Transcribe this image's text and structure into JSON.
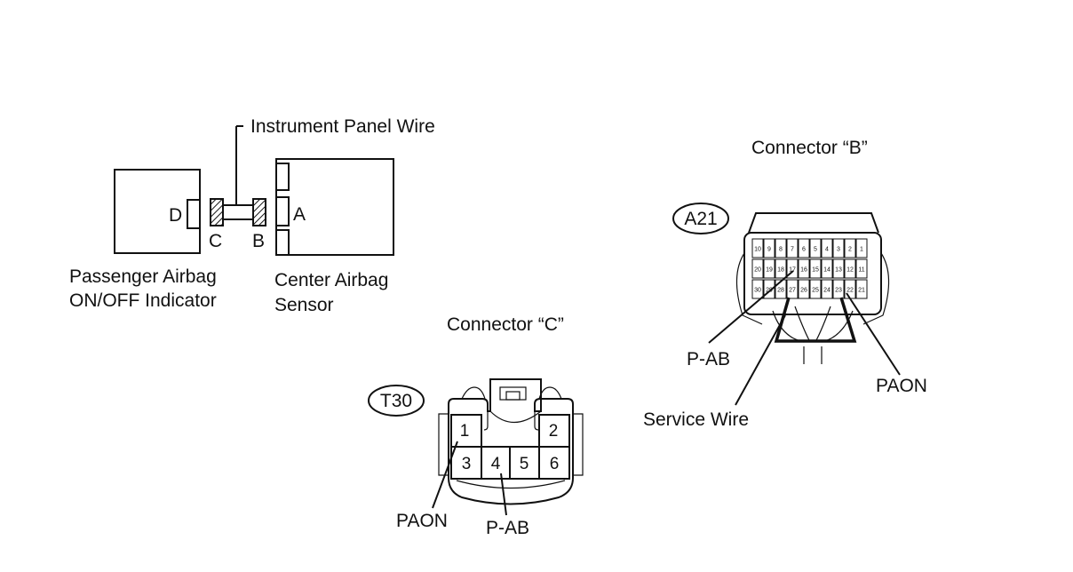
{
  "overview": {
    "wire_label": "Instrument Panel Wire",
    "indicator_label_line1": "Passenger Airbag",
    "indicator_label_line2": "ON/OFF Indicator",
    "sensor_label_line1": "Center Airbag",
    "sensor_label_line2": "Sensor",
    "connector_letters": {
      "d": "D",
      "c": "C",
      "b": "B",
      "a": "A"
    }
  },
  "connector_c": {
    "title": "Connector “C”",
    "code": "T30",
    "pins": [
      "1",
      "2",
      "3",
      "4",
      "5",
      "6"
    ],
    "callouts": {
      "paon": "PAON",
      "pab": "P-AB"
    }
  },
  "connector_b": {
    "title": "Connector “B”",
    "code": "A21",
    "pin_rows": [
      [
        "10",
        "9",
        "8",
        "7",
        "6",
        "5",
        "4",
        "3",
        "2",
        "1"
      ],
      [
        "20",
        "19",
        "18",
        "17",
        "16",
        "15",
        "14",
        "13",
        "12",
        "11"
      ],
      [
        "30",
        "29",
        "28",
        "27",
        "26",
        "25",
        "24",
        "23",
        "22",
        "21"
      ]
    ],
    "callouts": {
      "pab": "P-AB",
      "service_wire": "Service Wire",
      "paon": "PAON"
    }
  }
}
